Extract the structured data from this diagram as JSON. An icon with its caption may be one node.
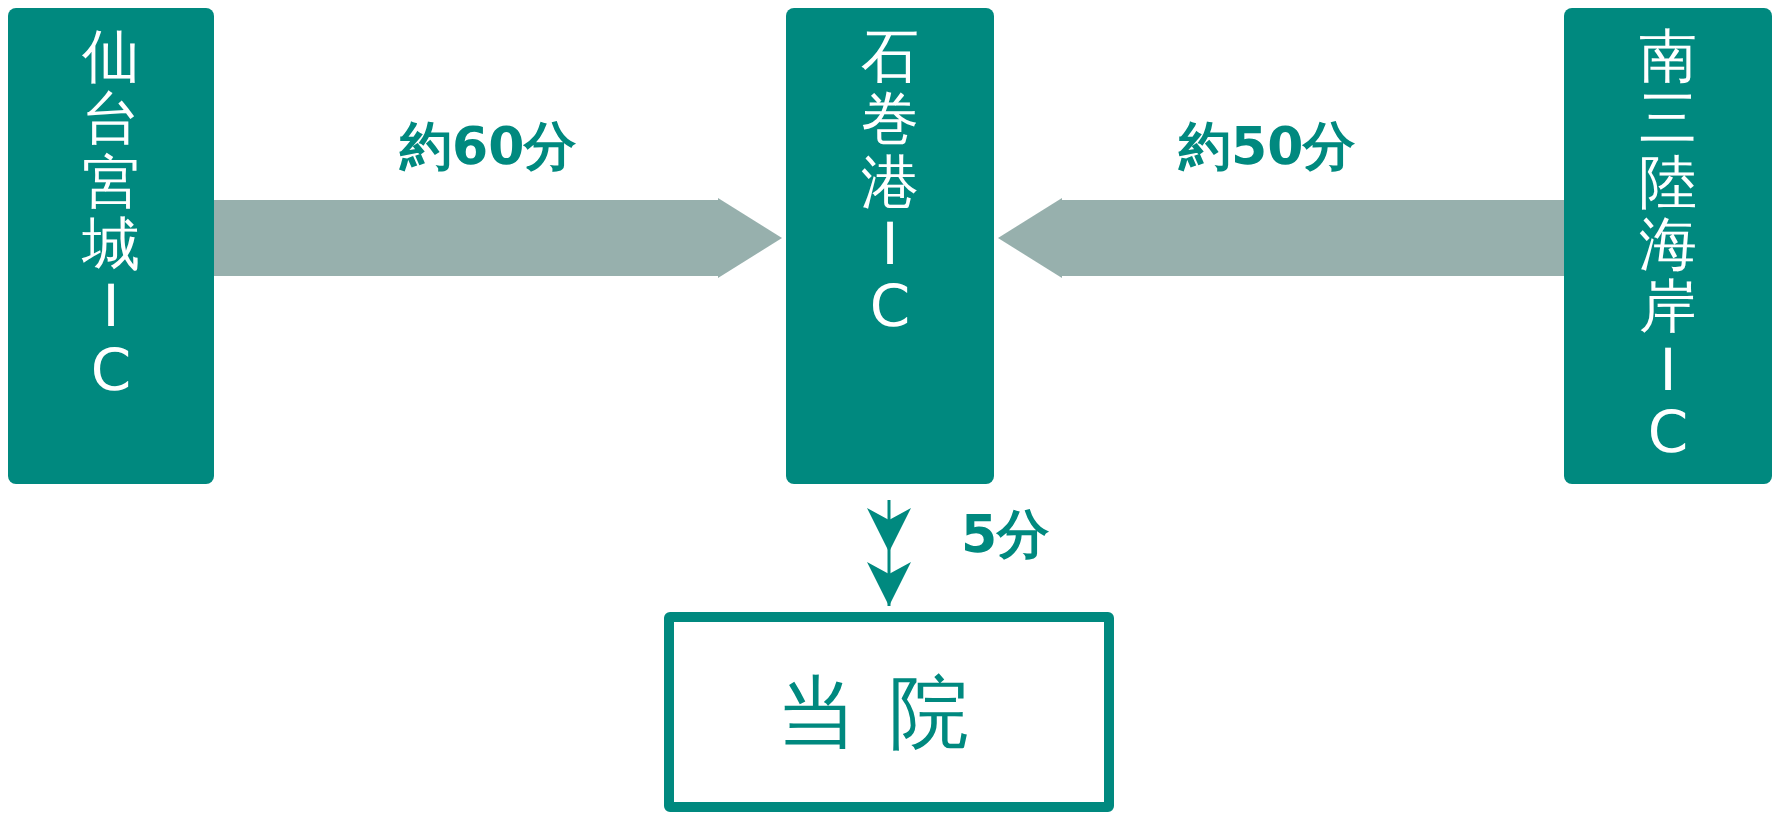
{
  "diagram": {
    "nodes": [
      {
        "text": [
          "仙台宮城IC"
        ]
      },
      {
        "text": [
          "石巻港IC"
        ]
      },
      {
        "text": [
          "南三陸海岸IC"
        ]
      },
      {
        "text": [
          "当院"
        ]
      }
    ],
    "edges": [
      {
        "from": 0,
        "to": 1,
        "arrow": "to",
        "label": "約60分"
      },
      {
        "from": 2,
        "to": 1,
        "arrow": "to",
        "label": "約50分"
      },
      {
        "from": 1,
        "to": 3,
        "arrow": "to",
        "label": "5分",
        "color": "#00897f"
      }
    ]
  }
}
